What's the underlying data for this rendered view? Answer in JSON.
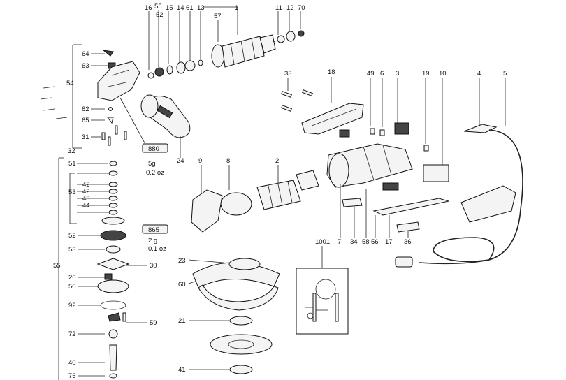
{
  "part_labels": [
    "16",
    "55",
    "52",
    "15",
    "14",
    "61",
    "13",
    "1",
    "57",
    "11",
    "12",
    "70",
    "64",
    "63",
    "54",
    "62",
    "65",
    "31",
    "32",
    "24",
    "33",
    "18",
    "49",
    "6",
    "3",
    "19",
    "10",
    "4",
    "5",
    "9",
    "8",
    "2",
    "7",
    "34",
    "58",
    "56",
    "17",
    "36",
    "1001",
    "51",
    "53",
    "42",
    "42",
    "43",
    "44",
    "52",
    "53",
    "30",
    "26",
    "50",
    "92",
    "59",
    "72",
    "40",
    "75",
    "55",
    "23",
    "60",
    "21",
    "41"
  ],
  "notes": {
    "grease_a_code": "880",
    "grease_a_qty": "5g",
    "grease_a_oz": "0.2 oz",
    "grease_b_code": "865",
    "grease_b_qty": "2 g",
    "grease_b_oz": "0.1 oz"
  },
  "colors": {
    "line": "#222222",
    "part_fill": "#f4f4f4",
    "dark_fill": "#444444"
  }
}
